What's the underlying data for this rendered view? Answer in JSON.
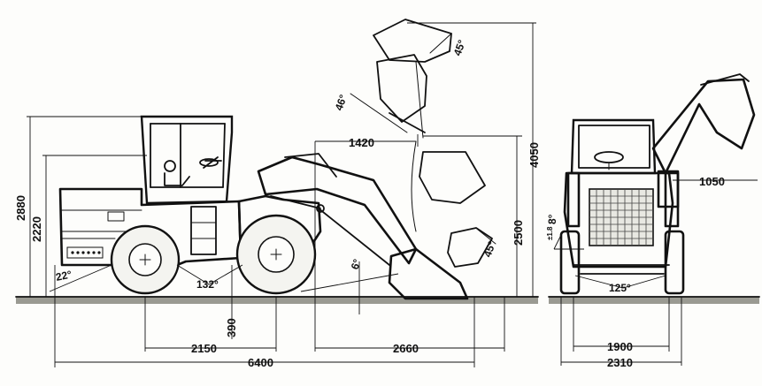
{
  "dimensions": {
    "overall_length": "6400",
    "wheelbase": "2150",
    "dump_reach_base": "2660",
    "ground_clearance": "390",
    "overall_height": "2880",
    "cab_height": "2220",
    "dump_height": "2500",
    "max_pin_height": "4050",
    "dump_reach": "1420",
    "track_width": "1900",
    "overall_width": "2310",
    "side_reach": "1050"
  },
  "angles": {
    "rollback_top": "45°",
    "dump_mid": "46°",
    "dump_low": "45°",
    "departure": "22°",
    "articulation": "132°",
    "carry_tilt": "6°",
    "oscillation_front": "125°",
    "tilt": "8°",
    "tilt_prefix": "±1.8"
  }
}
